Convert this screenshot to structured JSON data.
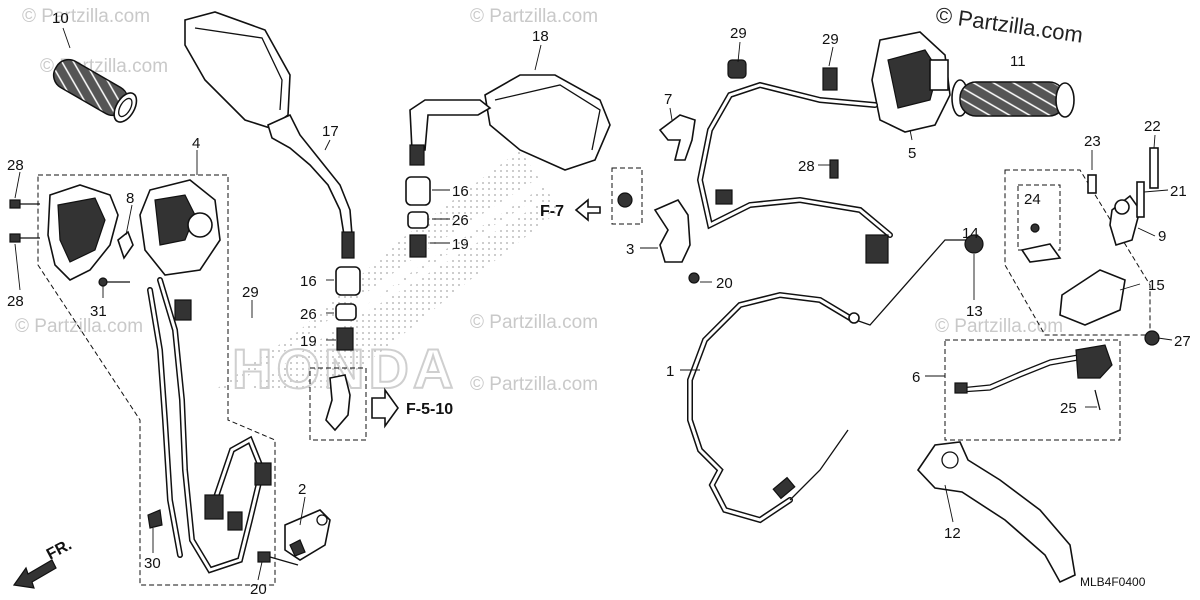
{
  "watermarks": {
    "corner": "© Partzilla.com",
    "repeat": "© Partzilla.com",
    "brand": "HONDA"
  },
  "diagram_code": "MLB4F0400",
  "front_label": "FR.",
  "ref_labels": {
    "f7": "F-7",
    "f510": "F-5-10"
  },
  "callouts": {
    "c10": "10",
    "c4": "4",
    "c8": "8",
    "c28a": "28",
    "c28b": "28",
    "c31": "31",
    "c17": "17",
    "c18": "18",
    "c7": "7",
    "c29a": "29",
    "c29b": "29",
    "c29c": "29",
    "c11": "11",
    "c16a": "16",
    "c16b": "16",
    "c26a": "26",
    "c26b": "26",
    "c19a": "19",
    "c19b": "19",
    "c3": "3",
    "c20a": "20",
    "c20b": "20",
    "c28c": "28",
    "c5": "5",
    "c23": "23",
    "c22": "22",
    "c21": "21",
    "c24": "24",
    "c14": "14",
    "c9": "9",
    "c13": "13",
    "c15": "15",
    "c27": "27",
    "c1": "1",
    "c6": "6",
    "c25": "25",
    "c12": "12",
    "c2": "2",
    "c30": "30"
  }
}
